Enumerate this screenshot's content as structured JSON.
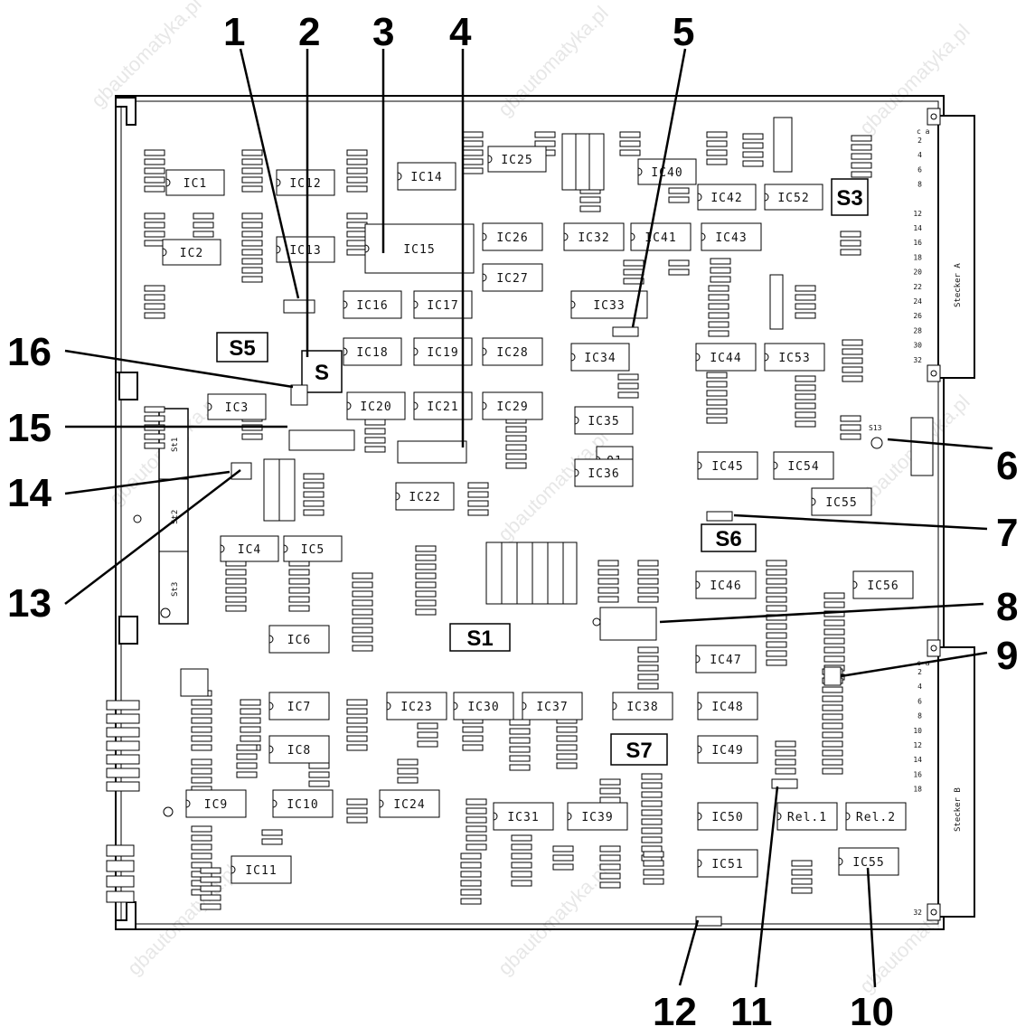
{
  "ics": [
    {
      "label": "IC1"
    },
    {
      "label": "IC12"
    },
    {
      "label": "IC14"
    },
    {
      "label": "IC25"
    },
    {
      "label": "IC40"
    },
    {
      "label": "IC42"
    },
    {
      "label": "IC52"
    },
    {
      "label": "IC2"
    },
    {
      "label": "IC13"
    },
    {
      "label": "IC15"
    },
    {
      "label": "IC26"
    },
    {
      "label": "IC32"
    },
    {
      "label": "IC41"
    },
    {
      "label": "IC43"
    },
    {
      "label": "IC27"
    },
    {
      "label": "IC16"
    },
    {
      "label": "IC17"
    },
    {
      "label": "IC33"
    },
    {
      "label": "IC18"
    },
    {
      "label": "IC19"
    },
    {
      "label": "IC28"
    },
    {
      "label": "IC34"
    },
    {
      "label": "IC44"
    },
    {
      "label": "IC53"
    },
    {
      "label": "IC3"
    },
    {
      "label": "IC20"
    },
    {
      "label": "IC21"
    },
    {
      "label": "IC29"
    },
    {
      "label": "IC35"
    },
    {
      "label": "Q1"
    },
    {
      "label": "IC45"
    },
    {
      "label": "IC54"
    },
    {
      "label": "IC22"
    },
    {
      "label": "IC36"
    },
    {
      "label": "IC55"
    },
    {
      "label": "IC4"
    },
    {
      "label": "IC5"
    },
    {
      "label": "IC46"
    },
    {
      "label": "IC56"
    },
    {
      "label": "IC6"
    },
    {
      "label": "IC47"
    },
    {
      "label": "IC7"
    },
    {
      "label": "IC23"
    },
    {
      "label": "IC30"
    },
    {
      "label": "IC37"
    },
    {
      "label": "IC38"
    },
    {
      "label": "IC48"
    },
    {
      "label": "IC8"
    },
    {
      "label": "IC49"
    },
    {
      "label": "IC9"
    },
    {
      "label": "IC10"
    },
    {
      "label": "IC24"
    },
    {
      "label": "IC31"
    },
    {
      "label": "IC39"
    },
    {
      "label": "IC50"
    },
    {
      "label": "Rel.1"
    },
    {
      "label": "Rel.2"
    },
    {
      "label": "IC11"
    },
    {
      "label": "IC51"
    },
    {
      "label": "IC55"
    }
  ],
  "switches": [
    {
      "label": "S3"
    },
    {
      "label": "S5"
    },
    {
      "label": "S"
    },
    {
      "label": "S6"
    },
    {
      "label": "S1"
    },
    {
      "label": "S7"
    }
  ],
  "connectors": {
    "st_labels": [
      "St1",
      "St2",
      "St3"
    ],
    "stecker_a": {
      "label": "Stecker A",
      "header": "c a",
      "pins": [
        "2",
        "4",
        "6",
        "8",
        "12",
        "14",
        "16",
        "18",
        "20",
        "22",
        "24",
        "26",
        "28",
        "30",
        "32"
      ]
    },
    "stecker_b": {
      "label": "Stecker B",
      "header": "c a",
      "pins": [
        "2",
        "4",
        "6",
        "8",
        "10",
        "12",
        "14",
        "16",
        "18",
        "32"
      ]
    }
  },
  "other_labels": {
    "s13": "S13"
  },
  "callouts": [
    "1",
    "2",
    "3",
    "4",
    "5",
    "6",
    "7",
    "8",
    "9",
    "10",
    "11",
    "12",
    "13",
    "14",
    "15",
    "16"
  ],
  "watermark": "gbautomatyka.pl"
}
